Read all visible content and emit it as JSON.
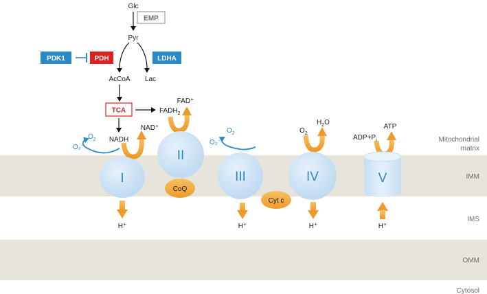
{
  "metabolism": {
    "glc": "Glc",
    "emp": "EMP",
    "pyr": "Pyr",
    "pdk1": "PDK1",
    "pdh": "PDH",
    "ldha": "LDHA",
    "acoa": "AcCoA",
    "lac": "Lac",
    "tca": "TCA",
    "nadh": "NADH",
    "fadh2_base": "FADH",
    "fadh2_sub": "2"
  },
  "complexes": {
    "c1": "I",
    "c2": "II",
    "c3": "III",
    "c4": "IV",
    "c5": "V",
    "coq": "CoQ",
    "cytc": "Cyt c"
  },
  "species": {
    "nad": "NAD⁺",
    "fad": "FAD⁺",
    "o2_base": "O",
    "o2_sub": "2",
    "superoxide": "O₂⁻",
    "water_h": "H",
    "water_sub": "2",
    "water_o": "O",
    "adp_pi": "ADP+P",
    "adp_pi_sub": "i",
    "atp": "ATP",
    "proton": "H⁺"
  },
  "zones": {
    "matrix_line1": "Mitochondrial",
    "matrix_line2": "matrix",
    "imm": "IMM",
    "ims": "IMS",
    "omm": "OMM",
    "cytosol": "Cytosol"
  },
  "colors": {
    "membrane": "#e7e4dc",
    "complex_fill": "#cfe3f6",
    "complex_text": "#2f86c8",
    "orange": "#f0a030",
    "blue_box": "#2a8ac9",
    "red_box": "#e02020",
    "tca_border": "#e02020"
  }
}
